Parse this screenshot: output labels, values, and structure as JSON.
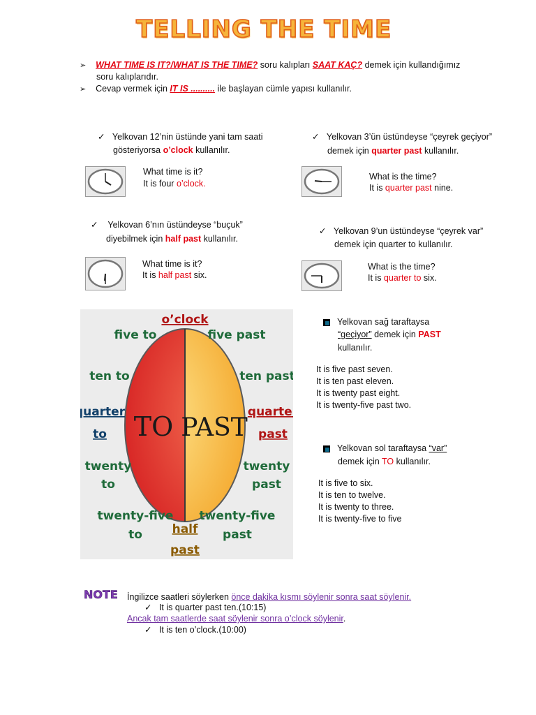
{
  "title": "TELLING THE TIME",
  "intro": {
    "line1": {
      "q": "WHAT TIME IS IT?/WHAT IS THE TIME?",
      "mid": " soru kalıpları ",
      "saat": "SAAT KAÇ?",
      "end": " demek için kullandığımız"
    },
    "line1b": "soru kalıplarıdır.",
    "line2": {
      "pre": "Cevap vermek için ",
      "itis": "IT IS ..........",
      "end": " ile başlayan cümle yapısı kullanılır."
    }
  },
  "sections": {
    "oclock": {
      "l1": "Yelkovan 12’nin üstünde yani tam saati",
      "l2pre": "gösteriyorsa ",
      "key": "o’clock",
      "l2post": " kullanılır.",
      "q": "What time is it?",
      "apre": "It is four ",
      "akey": "o’clock."
    },
    "quarterpast": {
      "l1": "Yelkovan 3’ün üstündeyse “çeyrek geçiyor”",
      "l2pre": "demek için ",
      "key": "quarter past",
      "l2post": " kullanılır.",
      "q": "What is the time?",
      "apre": "It is ",
      "akey": "quarter past",
      "apost": " nine."
    },
    "halfpast": {
      "l1": "Yelkovan 6’nın üstündeyse “buçuk”",
      "l2pre": "diyebilmek için ",
      "key": "half past",
      "l2post": " kullanılır.",
      "q": "What time is it?",
      "apre": "It is ",
      "akey": "half past",
      "apost": " six."
    },
    "quarterto": {
      "l1": "Yelkovan 9’un üstündeyse “çeyrek var”",
      "l2": "demek için quarter to kullanılır.",
      "q": "What is the time?",
      "apre": "It is ",
      "akey": "quarter to",
      "apost": " six."
    }
  },
  "diagram": {
    "top": "o’clock",
    "five_to": "five to",
    "five_past": "five past",
    "ten_to": "ten to",
    "ten_past": "ten past",
    "quarter_to_1": "quarter",
    "quarter_to_2": "to",
    "quarter_past_1": "quarter",
    "quarter_past_2": "past",
    "twenty_to_1": "twenty",
    "twenty_to_2": "to",
    "twenty_past_1": "twenty",
    "twenty_past_2": "past",
    "tf_to_1": "twenty-five",
    "tf_to_2": "to",
    "tf_past_1": "twenty-five",
    "tf_past_2": "past",
    "half_1": "half",
    "half_2": "past",
    "to": "TO",
    "past": "PAST"
  },
  "past_rule": {
    "l1": "Yelkovan sağ taraftaysa",
    "l2q": "“geçiyor”",
    "l2mid": " demek için ",
    "l2key": "PAST",
    "l3": "kullanılır."
  },
  "past_examples": [
    "It is five past seven.",
    "It is ten past eleven.",
    "It is twenty past eight.",
    "It is twenty-five past two."
  ],
  "to_rule": {
    "l1pre": "Yelkovan sol taraftaysa ",
    "l1q": "“var”",
    "l2pre": "demek için ",
    "l2key": "TO",
    "l2post": " kullanılır."
  },
  "to_examples": [
    "It is five to six.",
    "It is ten to twelve.",
    "It is twenty to three.",
    "It is twenty-five to five"
  ],
  "note": {
    "label": "NOTE",
    "l1pre": "İngilizce saatleri söylerken ",
    "l1link": "önce dakika kısmı söylenir sonra saat söylenir.",
    "ex1": "It is quarter past ten.(10:15)",
    "l2link": "Ancak tam saatlerde saat söylenir sonra o’clock söylenir",
    "l2end": ".",
    "ex2": "It is ten o’clock.(10:00)"
  },
  "colors": {
    "red": "#e30613",
    "purple": "#7030a0",
    "title_fill": "#f6b43a",
    "title_stroke": "#e0611a"
  }
}
